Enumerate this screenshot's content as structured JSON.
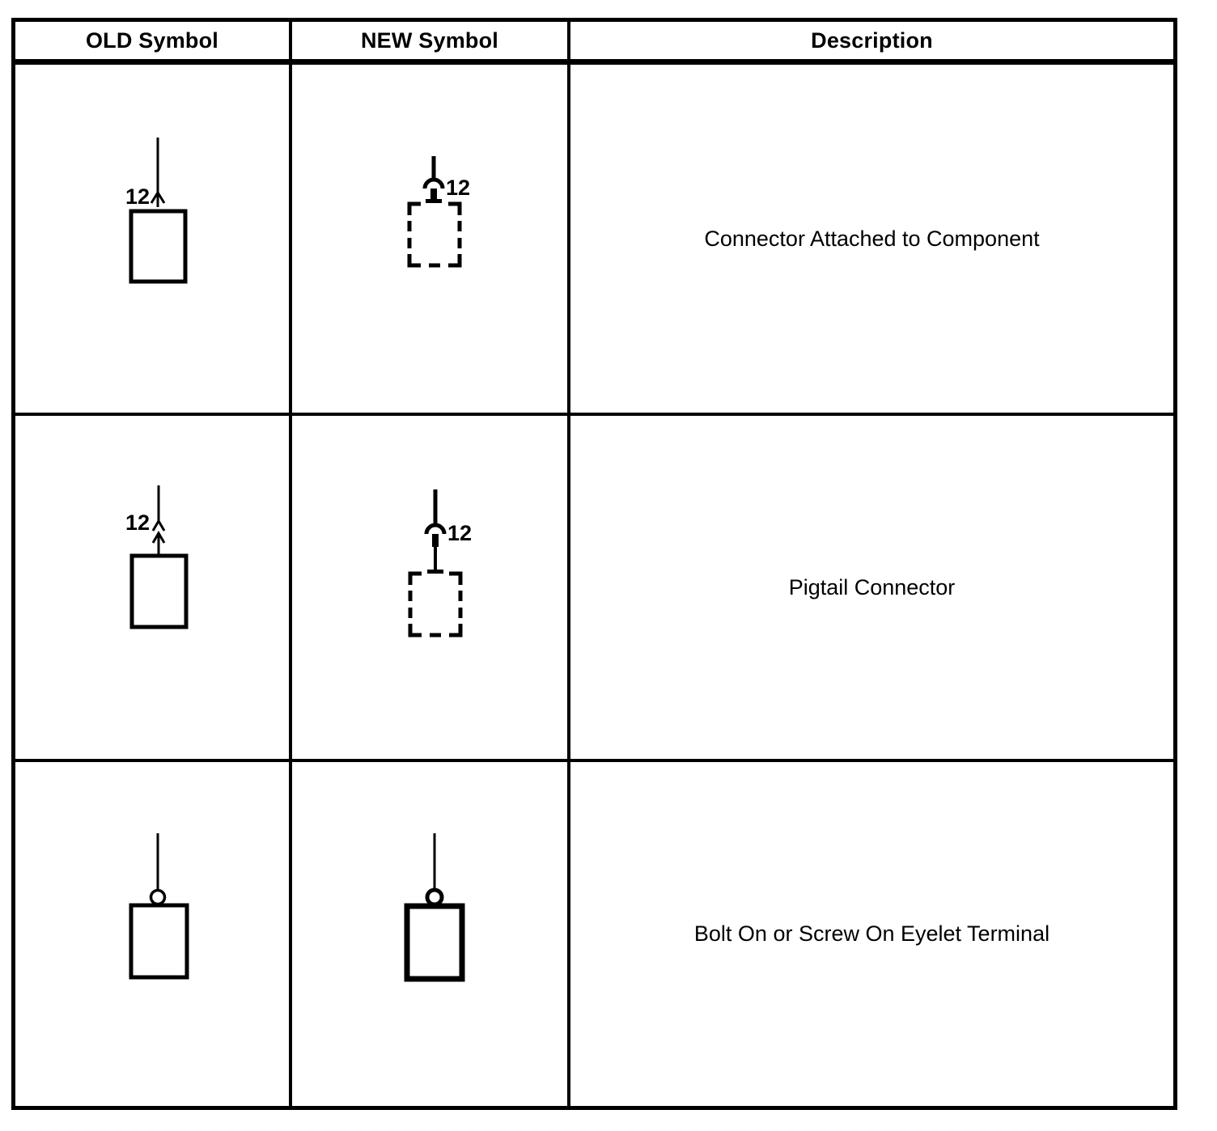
{
  "colors": {
    "ink": "#000000",
    "background": "#ffffff"
  },
  "table": {
    "headers": [
      "OLD Symbol",
      "NEW Symbol",
      "Description"
    ],
    "rows": [
      {
        "wire_id": "12",
        "old_symbol": "wire-with-fork-terminal-attached-to-solid-component-box",
        "new_symbol": "wire-with-socket-arc-connector-on-dashed-component-box",
        "description": "Connector Attached to Component"
      },
      {
        "wire_id": "12",
        "old_symbol": "wire-fork-mated-to-chevron-arrow-lead-of-solid-component-box",
        "new_symbol": "wire-with-socket-arc-connector-and-pigtail-lead-to-dashed-component-box",
        "description": "Pigtail Connector"
      },
      {
        "old_symbol": "wire-with-eyelet-circle-on-solid-component-box",
        "new_symbol": "wire-with-eyelet-circle-on-solid-component-box",
        "description": "Bolt On or Screw On Eyelet Terminal"
      }
    ]
  }
}
